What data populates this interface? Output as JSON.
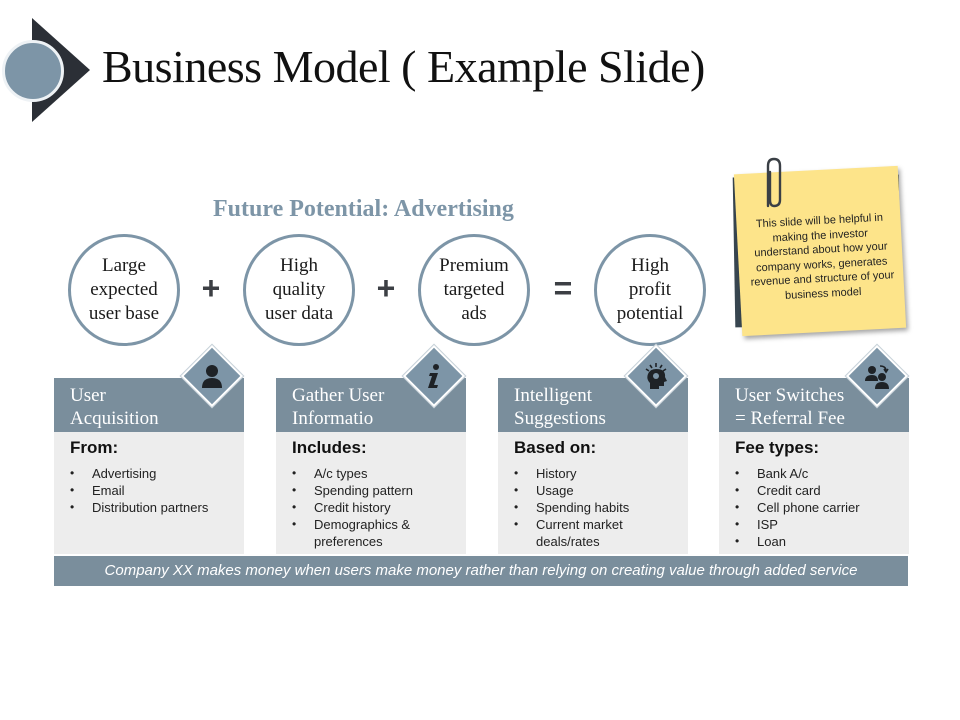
{
  "title": "Business Model ( Example Slide)",
  "subtitle": "Future Potential: Advertising",
  "equation": {
    "circles": [
      "Large\nexpected\nuser base",
      "High\nquality\nuser data",
      "Premium\ntargeted\nads",
      "High\nprofit\npotential"
    ],
    "operators": [
      "+",
      "+",
      "="
    ]
  },
  "note": {
    "text": "This slide will be helpful in making the investor understand about how your company works, generates revenue and structure of your business model"
  },
  "cards": [
    {
      "title": "User\nAcquisition",
      "subheading": "From:",
      "icon": "user-icon",
      "items": [
        "Advertising",
        "Email",
        "Distribution partners"
      ]
    },
    {
      "title": "Gather User\nInformatio",
      "subheading": "Includes:",
      "icon": "info-icon",
      "items": [
        "A/c types",
        "Spending pattern",
        "Credit history",
        "Demographics & preferences"
      ]
    },
    {
      "title": "Intelligent\nSuggestions",
      "subheading": "Based on:",
      "icon": "brain-head-icon",
      "items": [
        "History",
        "Usage",
        "Spending habits",
        "Current market deals/rates"
      ]
    },
    {
      "title": "User Switches\n= Referral Fee",
      "subheading": "Fee types:",
      "icon": "user-switch-icon",
      "items": [
        "Bank A/c",
        "Credit card",
        "Cell phone carrier",
        "ISP",
        "Loan"
      ]
    }
  ],
  "footer": "Company XX makes money when users make money rather than relying on creating value through added service",
  "colors": {
    "accent": "#7d95a7",
    "card_header": "#7a8e9c",
    "card_body": "#ededed",
    "note": "#fde48a",
    "dark": "#2b2f36"
  }
}
